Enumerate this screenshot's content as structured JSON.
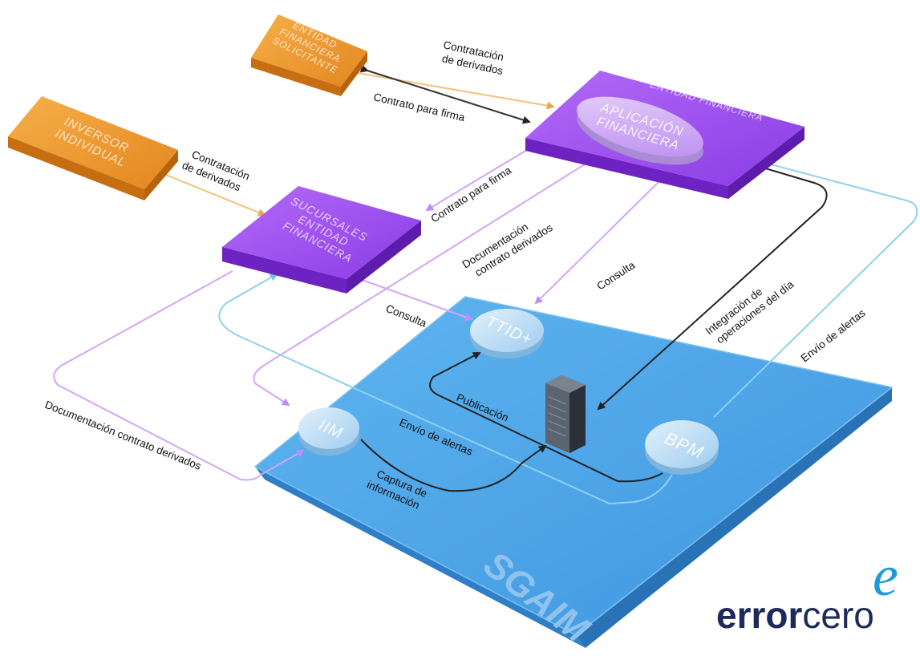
{
  "boxes": {
    "solicitante": [
      "ENTIDAD",
      "FINANCIERA",
      "SOLICITANTE"
    ],
    "inversor": [
      "INVERSOR",
      "INDIVIDUAL"
    ],
    "entidad_financiera": "ENTIDAD FINANCIERA",
    "aplicacion": [
      "APLICACIÓN",
      "FINANCIERA"
    ],
    "sucursales": [
      "SUCURSALES",
      "ENTIDAD",
      "FINANCIERA"
    ]
  },
  "platform": {
    "title": "SGAIM",
    "nodes": {
      "ttid": "TTID+",
      "iim": "IIM",
      "bpm": "BPM"
    }
  },
  "flows": {
    "contratacion_1": [
      "Contratación",
      "de derivados"
    ],
    "contrato_firma_1": "Contrato para firma",
    "contratacion_2": [
      "Contratación",
      "de derivados"
    ],
    "contrato_firma_2": "Contrato para firma",
    "documentacion_1": [
      "Documentación",
      "contrato derivados"
    ],
    "consulta_1": "Consulta",
    "consulta_2": "Consulta",
    "integracion": [
      "Integración de",
      "operaciones del día"
    ],
    "envio_alertas_1": "Envío de alertas",
    "documentacion_2": "Documentación contrato derivados",
    "envio_alertas_2": "Envío de alertas",
    "publicacion": "Publicación",
    "captura": [
      "Captura de",
      "información"
    ]
  },
  "logo": {
    "bold": "error",
    "regular": "cero",
    "mark": "e"
  },
  "colors": {
    "orange": "#e8952e",
    "purple": "#9d4ff0",
    "blue": "#4aa3e8",
    "flow_orange": "#f2c27a",
    "flow_purple": "#d3a6f5",
    "flow_cyan": "#8fd0ee",
    "flow_black": "#222222",
    "brand": "#1e2a5a",
    "brand_accent": "#1d9bd9"
  }
}
